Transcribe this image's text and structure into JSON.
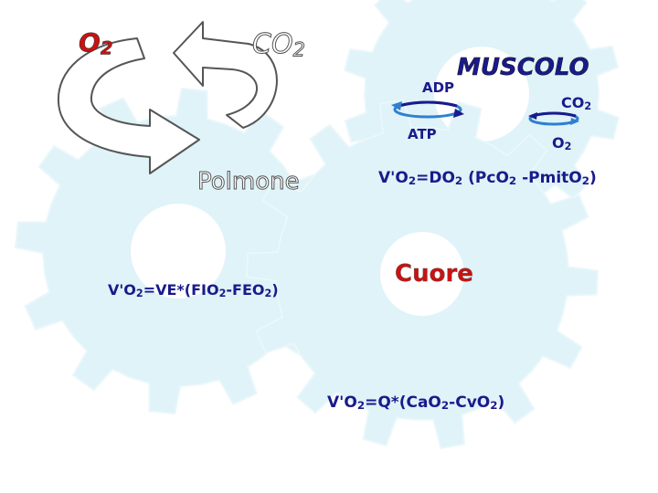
{
  "labels": {
    "o2_top_left": "O2",
    "co2_top": "CO2",
    "muscolo": "MUSCOLO",
    "adp": "ADP",
    "atp": "ATP",
    "co2_muscle": "CO2",
    "o2_muscle": "O2",
    "polmone": "Polmone",
    "cuore": "Cuore",
    "formula_muscle": "V'O2=DO2 (PcO2 -PmitO2)",
    "formula_lung": "V'O2=VE*(FIO2-FEO2)",
    "formula_heart": "V'O2=Q*(CaO2-CvO2)"
  },
  "colors": {
    "gear": "#dff3f8",
    "gear_stroke": "#e9f6fa",
    "arrow_outline": "#555555",
    "accent_red": "#cc1111",
    "text_blue": "#1a1a8c",
    "cycle_light": "#2f80d0",
    "cycle_dark": "#1a1a8c"
  }
}
